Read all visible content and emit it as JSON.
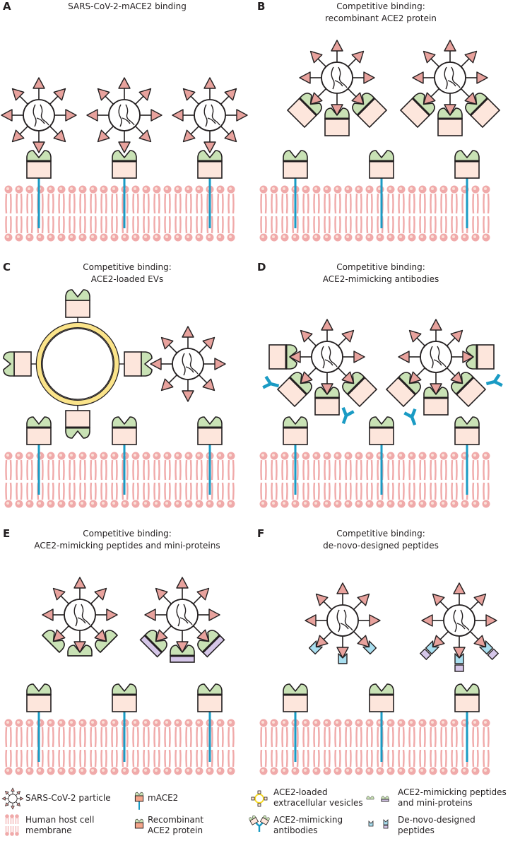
{
  "colors": {
    "spike": "#e8a29d",
    "outline": "#231f20",
    "ace2_head": "#c9e2b5",
    "ace2_body": "#fde6dc",
    "stalk": "#1a9bc4",
    "membrane": "#f0aaaa",
    "membrane_head_center": "#fbe0d8",
    "ev_ring": "#fbe48a",
    "antibody": "#1a9bc4",
    "peptide_purple": "#d5c6e8",
    "denovo_cyan": "#a9dff0"
  },
  "panels": [
    {
      "letter": "A",
      "title_lines": [
        "SARS-CoV-2-mACE2 binding"
      ]
    },
    {
      "letter": "B",
      "title_lines": [
        "Competitive binding:",
        "recombinant ACE2 protein"
      ]
    },
    {
      "letter": "C",
      "title_lines": [
        "Competitive binding:",
        "ACE2-loaded EVs"
      ]
    },
    {
      "letter": "D",
      "title_lines": [
        "Competitive binding:",
        "ACE2-mimicking antibodies"
      ]
    },
    {
      "letter": "E",
      "title_lines": [
        "Competitive binding:",
        "ACE2-mimicking peptides and mini-proteins"
      ]
    },
    {
      "letter": "F",
      "title_lines": [
        "Competitive binding:",
        "de-novo-designed peptides"
      ]
    }
  ],
  "legend": [
    {
      "icon": "sars-cov-2-particle-icon",
      "lines": [
        "SARS-CoV-2 particle"
      ]
    },
    {
      "icon": "mace2-icon",
      "lines": [
        "mACE2"
      ]
    },
    {
      "icon": "ev-icon",
      "lines": [
        "ACE2-loaded",
        "extracellular vesicles"
      ]
    },
    {
      "icon": "peptide-miniprotein-icon",
      "lines": [
        "ACE2-mimicking peptides",
        "and mini-proteins"
      ]
    },
    {
      "icon": "membrane-icon",
      "lines": [
        "Human host cell",
        "membrane"
      ]
    },
    {
      "icon": "recombinant-ace2-icon",
      "lines": [
        "Recombinant",
        "ACE2 protein"
      ]
    },
    {
      "icon": "antibody-icon",
      "lines": [
        "ACE2-mimicking",
        "antibodies"
      ]
    },
    {
      "icon": "denovo-peptide-icon",
      "lines": [
        "De-novo-designed",
        "peptides"
      ]
    }
  ]
}
